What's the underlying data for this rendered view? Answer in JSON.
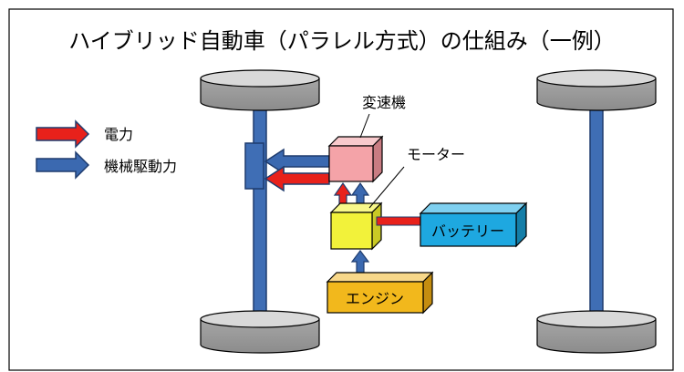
{
  "title": "ハイブリッド自動車（パラレル方式）の仕組み（一例）",
  "legend": {
    "electric": "電力",
    "mechanical": "機械駆動力"
  },
  "components": {
    "transmission": "変速機",
    "motor": "モーター",
    "battery": "バッテリー",
    "engine": "エンジン"
  },
  "colors": {
    "electric_arrow": "#e8211b",
    "mechanical_arrow": "#3b69b0",
    "axle": "#3f6eb5",
    "wheel": "#a6a6a6",
    "transmission": "#f4a3a8",
    "motor": "#f2f23a",
    "battery": "#1ea8e0",
    "engine": "#f2b81c"
  }
}
